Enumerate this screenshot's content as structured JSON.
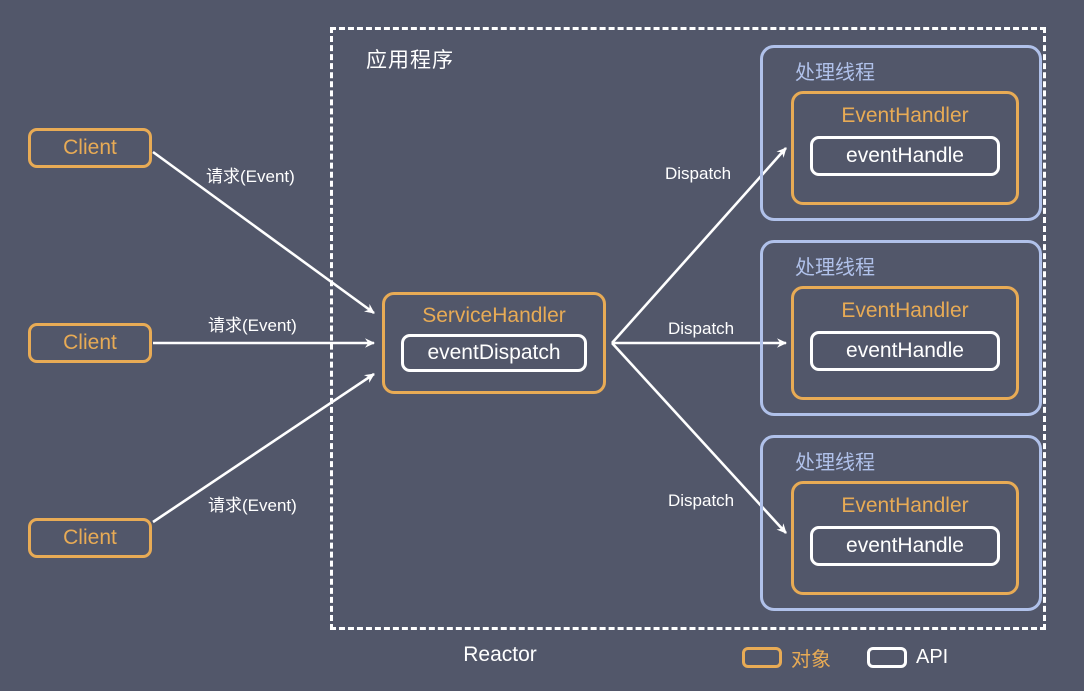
{
  "diagram": {
    "title": "Reactor",
    "container_label": "应用程序",
    "background_color": "#52576a",
    "object_color": "#e8ab55",
    "api_color": "#ffffff",
    "thread_color": "#b0c1ea"
  },
  "clients": [
    {
      "label": "Client"
    },
    {
      "label": "Client"
    },
    {
      "label": "Client"
    }
  ],
  "service_handler": {
    "title": "ServiceHandler",
    "api": "eventDispatch"
  },
  "threads": [
    {
      "label": "处理线程",
      "handler_title": "EventHandler",
      "handler_api": "eventHandle"
    },
    {
      "label": "处理线程",
      "handler_title": "EventHandler",
      "handler_api": "eventHandle"
    },
    {
      "label": "处理线程",
      "handler_title": "EventHandler",
      "handler_api": "eventHandle"
    }
  ],
  "edges": {
    "request_labels": [
      "请求(Event)",
      "请求(Event)",
      "请求(Event)"
    ],
    "dispatch_labels": [
      "Dispatch",
      "Dispatch",
      "Dispatch"
    ]
  },
  "legend": {
    "object_label": "对象",
    "api_label": "API"
  }
}
